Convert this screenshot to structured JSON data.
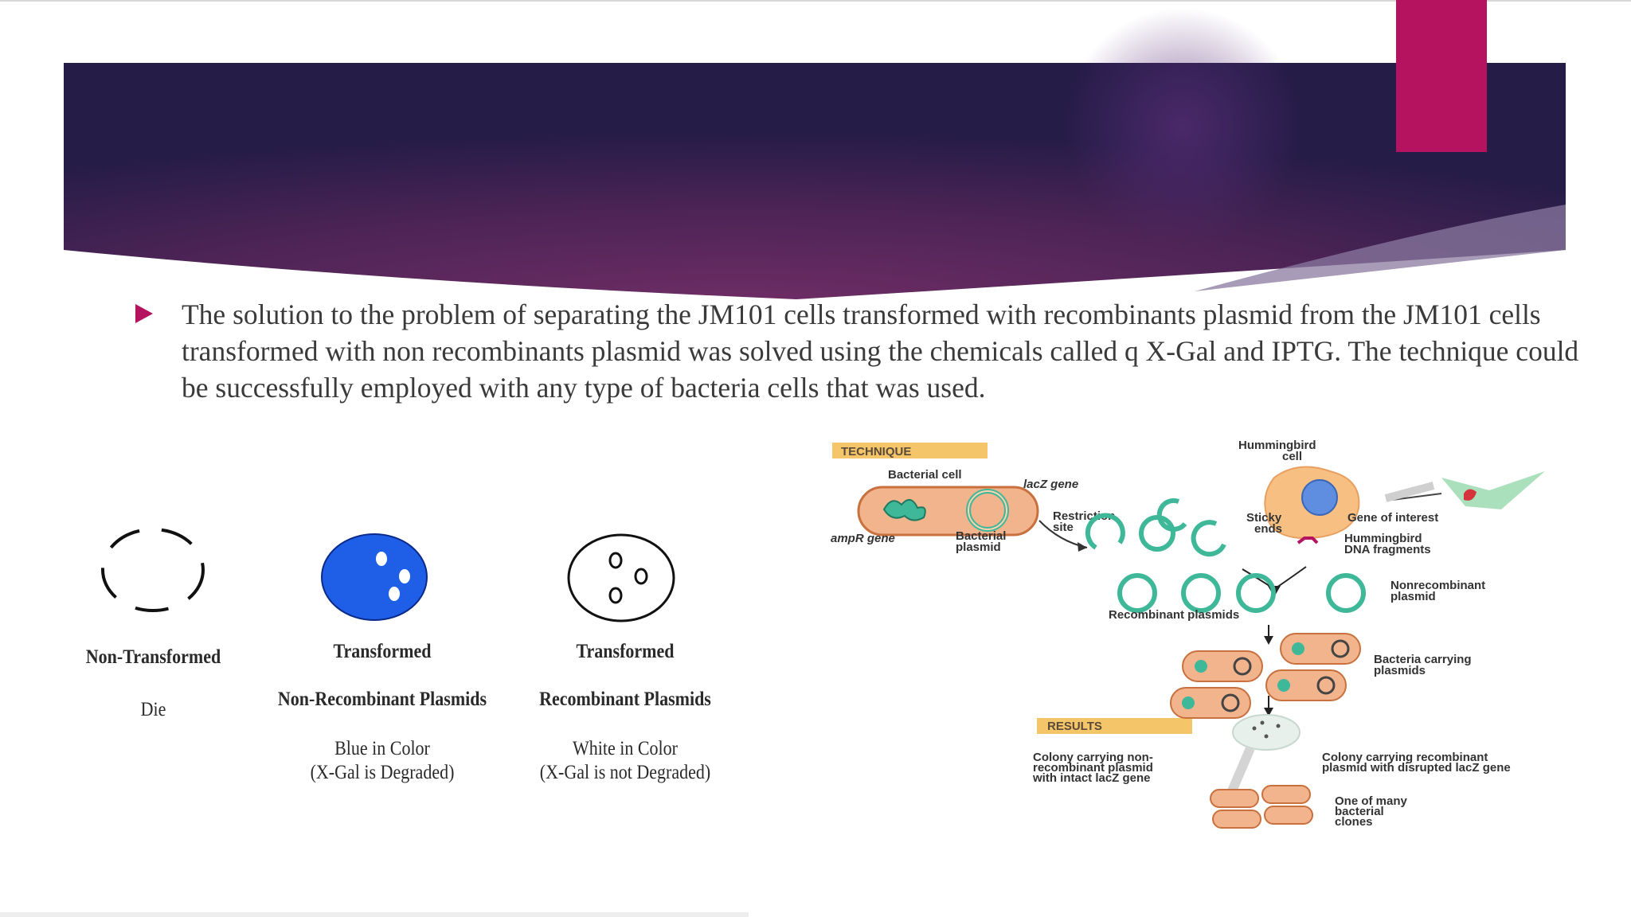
{
  "slide": {
    "bullet_text": "The solution to the problem of separating the JM101 cells transformed with recombinants plasmid from the JM101 cells transformed with non recombinants plasmid was solved using the chemicals called q X-Gal and IPTG. The technique could be successfully employed with any type of bacteria cells that was used.",
    "colors": {
      "banner_dark": "#2a1e4c",
      "banner_mid": "#6a2a64",
      "accent": "#b5135f",
      "blue_colony": "#1f5fe8"
    }
  },
  "plate_legend": {
    "non_transformed": {
      "title": "Non-Transformed",
      "result": "Die"
    },
    "non_recombinant": {
      "title": "Transformed",
      "subtitle": "Non-Recombinant Plasmids",
      "color_line": "Blue in Color",
      "note_line": "(X-Gal is Degraded)"
    },
    "recombinant": {
      "title": "Transformed",
      "subtitle": "Recombinant Plasmids",
      "color_line": "White in Color",
      "note_line": "(X-Gal is not Degraded)"
    }
  },
  "figure": {
    "technique_tag": "TECHNIQUE",
    "results_tag": "RESULTS",
    "bacterial_cell": "Bacterial cell",
    "lacz_gene": "lacZ gene",
    "ampr_gene": "ampR gene",
    "bacterial_plasmid_1": "Bacterial",
    "bacterial_plasmid_2": "plasmid",
    "restriction_site_1": "Restriction",
    "restriction_site_2": "site",
    "hummingbird_cell_1": "Hummingbird",
    "hummingbird_cell_2": "cell",
    "sticky_ends_1": "Sticky",
    "sticky_ends_2": "ends",
    "gene_of_interest": "Gene of interest",
    "hb_dna_1": "Hummingbird",
    "hb_dna_2": "DNA fragments",
    "nonrecombinant_1": "Nonrecombinant",
    "nonrecombinant_2": "plasmid",
    "recombinant_plasmids": "Recombinant plasmids",
    "bacteria_carrying_1": "Bacteria carrying",
    "bacteria_carrying_2": "plasmids",
    "colony_non_1": "Colony carrying non-",
    "colony_non_2": "recombinant plasmid",
    "colony_non_3": "with intact lacZ gene",
    "colony_rec_1": "Colony carrying recombinant",
    "colony_rec_2": "plasmid with disrupted lacZ gene",
    "clones_1": "One of many",
    "clones_2": "bacterial",
    "clones_3": "clones"
  }
}
